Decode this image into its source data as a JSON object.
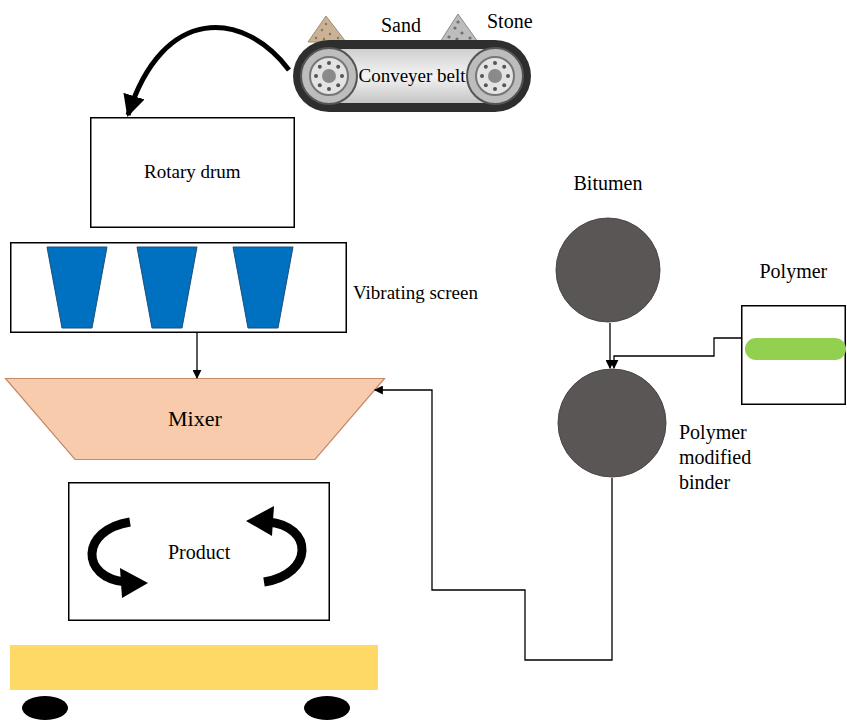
{
  "diagram": {
    "nodes": [
      {
        "text": [
          "Conveyer belt"
        ]
      },
      {
        "text": [
          "Rotary drum"
        ]
      },
      {
        "text": [
          "Vibrating screen"
        ]
      },
      {
        "text": [
          "Mixer"
        ]
      },
      {
        "text": [
          "Product"
        ]
      },
      {
        "text": [
          "Bitumen"
        ]
      },
      {
        "text": [
          "Polymer"
        ]
      },
      {
        "text": [
          "Polymer modified binder"
        ]
      }
    ],
    "edges": [
      {
        "from": 0,
        "to": 1,
        "arrow": "to"
      },
      {
        "from": 2,
        "to": 3,
        "arrow": "to"
      },
      {
        "from": 5,
        "to": 7,
        "arrow": "to"
      },
      {
        "from": 6,
        "to": 7,
        "arrow": "to"
      },
      {
        "from": 7,
        "to": 3,
        "arrow": "to"
      }
    ],
    "labels": [
      "Sand",
      "Stone"
    ]
  }
}
